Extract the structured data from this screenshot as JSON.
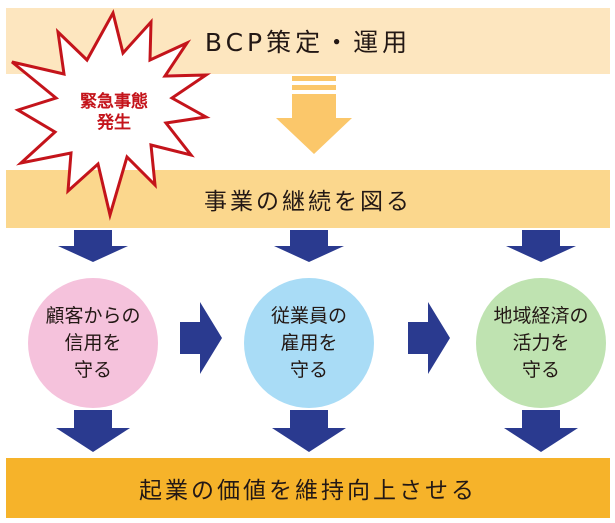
{
  "top_band": "BCP策定・運用",
  "middle_band": "事業の継続を図る",
  "bottom_band": "起業の価値を維持向上させる",
  "emergency": {
    "line1": "緊急事態",
    "line2": "発生"
  },
  "circles": [
    {
      "line1": "顧客からの",
      "line2": "信用を",
      "line3": "守る"
    },
    {
      "line1": "従業員の",
      "line2": "雇用を",
      "line3": "守る"
    },
    {
      "line1": "地域経済の",
      "line2": "活力を",
      "line3": "守る"
    }
  ],
  "colors": {
    "top_band": "#fde6bf",
    "middle_band": "#fbd78d",
    "bottom_band": "#f6b32a",
    "navy_arrow": "#2a3a8f",
    "orange_arrow": "#fbc76a",
    "burst_outline": "#c4141b",
    "circle_pink": "#f5c2dc",
    "circle_blue": "#a9dcf6",
    "circle_green": "#bfe3b1"
  }
}
